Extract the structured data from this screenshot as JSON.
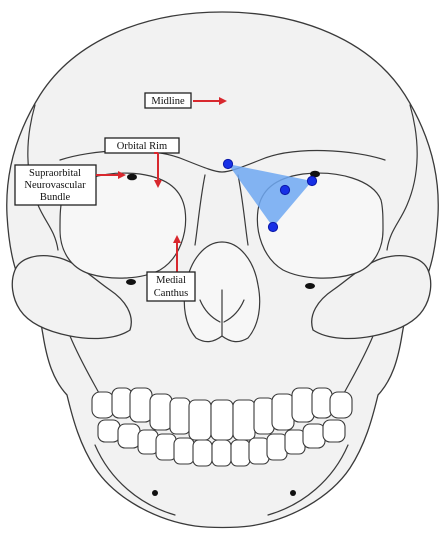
{
  "labels": {
    "midline": "Midline",
    "orbital_rim": "Orbital Rim",
    "supraorbital": [
      "Supraorbital",
      "Neurovascular",
      "Bundle"
    ],
    "medial_canthus": [
      "Medial",
      "Canthus"
    ]
  },
  "colors": {
    "arrow": "#d8282e",
    "region": "#6ea8f2",
    "marker": "#1730e6"
  }
}
